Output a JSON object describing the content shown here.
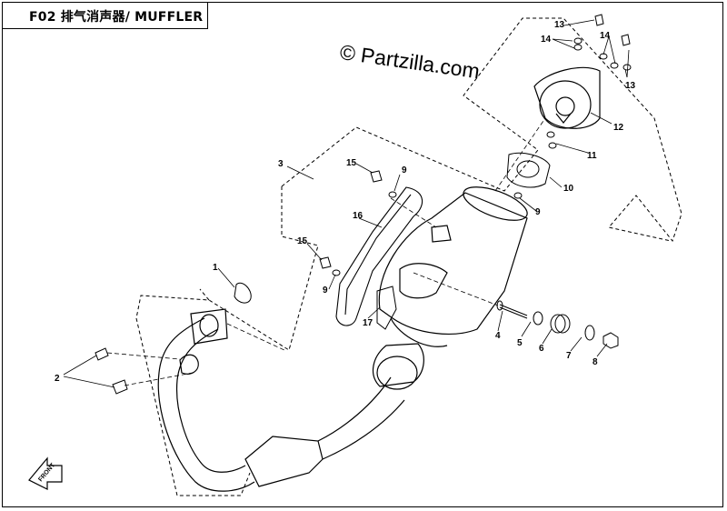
{
  "title": "F02 排气消声器/ MUFFLER",
  "watermark": "© Partzilla.com",
  "front_marker": "FRONT",
  "callouts": {
    "c1": "1",
    "c2": "2",
    "c3": "3",
    "c4": "4",
    "c5": "5",
    "c6": "6",
    "c7": "7",
    "c8": "8",
    "c9a": "9",
    "c9b": "9",
    "c9c": "9",
    "c10": "10",
    "c11": "11",
    "c12": "12",
    "c13a": "13",
    "c13b": "13",
    "c14a": "14",
    "c14b": "14",
    "c15a": "15",
    "c15b": "15",
    "c16": "16",
    "c17": "17"
  }
}
